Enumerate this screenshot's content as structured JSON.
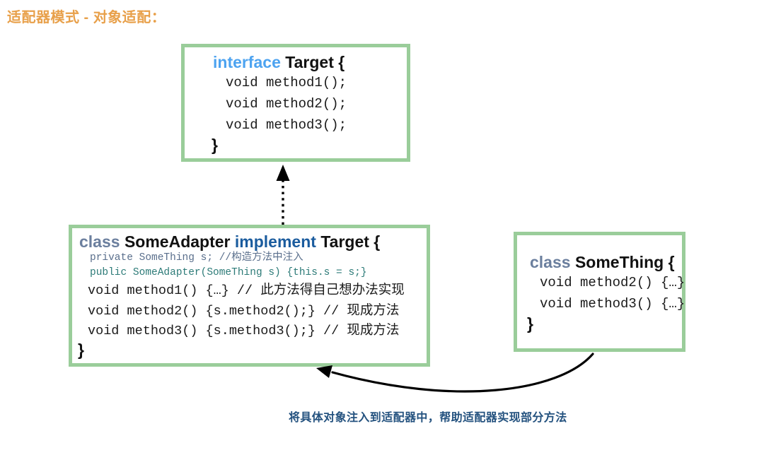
{
  "title": "适配器模式 - 对象适配：",
  "colors": {
    "title": "#e8a04a",
    "box_border": "#9acd9a",
    "kw_interface": "#4da3f0",
    "kw_class": "#6b7f9e",
    "kw_implement": "#1b5c9e",
    "comment_private": "#5a6f8c",
    "comment_public": "#2d7b78",
    "caption": "#24527f",
    "arrow": "#000000"
  },
  "target_box": {
    "keyword": "interface",
    "name": "Target",
    "open_brace": "{",
    "members": [
      "void method1();",
      "void method2();",
      "void method3();"
    ],
    "close_brace": "}"
  },
  "adapter_box": {
    "keyword": "class",
    "name": "SomeAdapter",
    "keyword2": "implement",
    "supertype": "Target",
    "open_brace": "{",
    "field_line": "private SomeThing s; //构造方法中注入",
    "constructor_line": "public SomeAdapter(SomeThing s) {this.s = s;}",
    "members": [
      "void method1() {…} // 此方法得自己想办法实现",
      "void method2() {s.method2();} // 现成方法",
      "void method3() {s.method3();} // 现成方法"
    ],
    "close_brace": "}"
  },
  "something_box": {
    "keyword": "class",
    "name": "SomeThing",
    "open_brace": "{",
    "members": [
      "void method2() {…}",
      "void method3() {…}"
    ],
    "close_brace": "}"
  },
  "arrows": {
    "implements_arrow_style": "dotted-line-with-hollow-triangle-pointing-up",
    "injection_arrow_style": "curved-solid-line-with-filled-arrowhead"
  },
  "caption": "将具体对象注入到适配器中，帮助适配器实现部分方法"
}
